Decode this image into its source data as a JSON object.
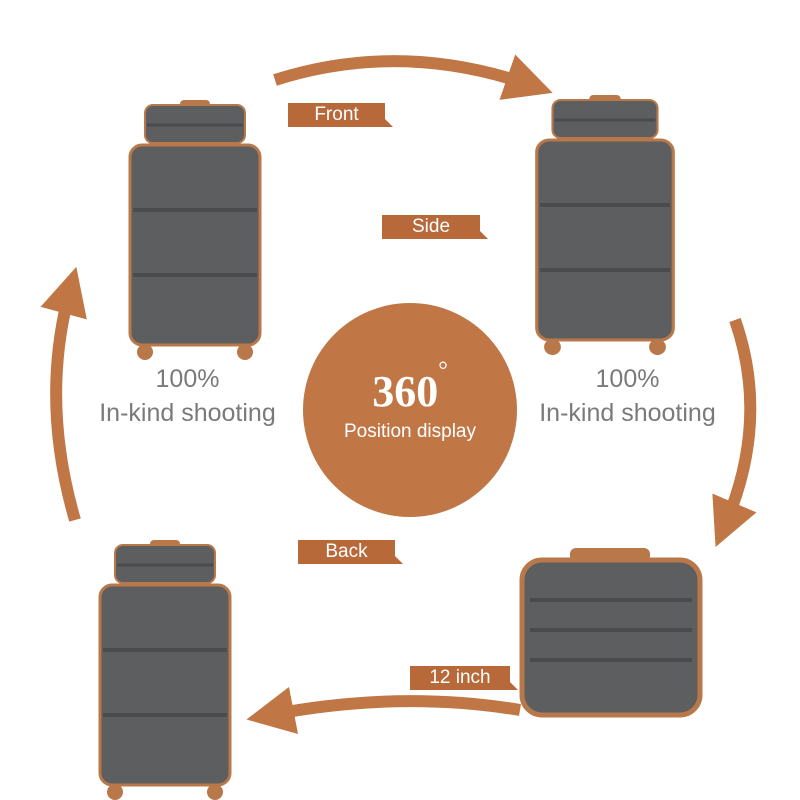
{
  "labels": {
    "front": "Front",
    "side": "Side",
    "back": "Back",
    "size": "12 inch"
  },
  "left_caption": {
    "line1": "100%",
    "line2": "In-kind shooting"
  },
  "right_caption": {
    "line1": "100%",
    "line2": "In-kind shooting"
  },
  "center": {
    "degrees": "360",
    "degree_symbol": "°",
    "subtitle": "Position display"
  },
  "colors": {
    "accent": "#c07745",
    "shell": "#5d5e60",
    "trim": "#b8784a"
  }
}
